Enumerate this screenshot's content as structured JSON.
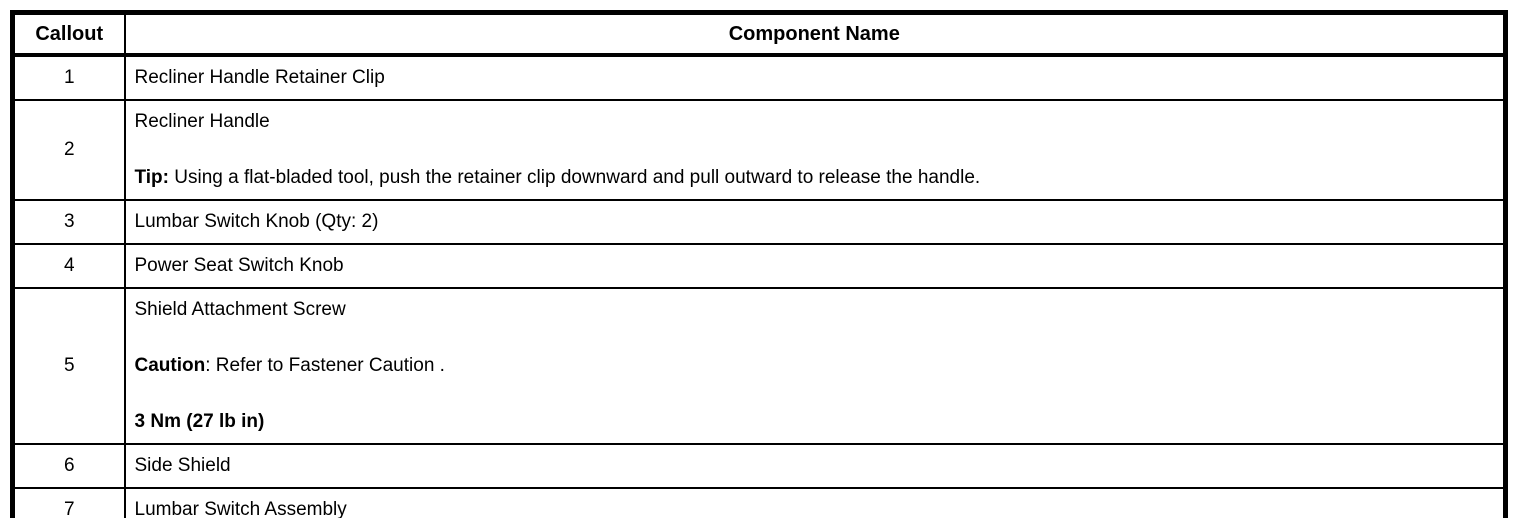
{
  "table": {
    "border_color": "#000000",
    "text_color": "#000000",
    "background_color": "#ffffff",
    "header": {
      "callout_label": "Callout",
      "component_label": "Component Name"
    },
    "rows": [
      {
        "callout": "1",
        "paragraphs": [
          [
            {
              "t": "Recliner Handle Retainer Clip",
              "b": false
            }
          ]
        ]
      },
      {
        "callout": "2",
        "paragraphs": [
          [
            {
              "t": "Recliner Handle",
              "b": false
            }
          ],
          [
            {
              "t": "Tip:",
              "b": true
            },
            {
              "t": " Using a flat-bladed tool, push the retainer clip downward and pull outward to release the handle.",
              "b": false
            }
          ]
        ]
      },
      {
        "callout": "3",
        "paragraphs": [
          [
            {
              "t": "Lumbar Switch Knob (Qty: 2)",
              "b": false
            }
          ]
        ]
      },
      {
        "callout": "4",
        "paragraphs": [
          [
            {
              "t": "Power Seat Switch Knob",
              "b": false
            }
          ]
        ]
      },
      {
        "callout": "5",
        "paragraphs": [
          [
            {
              "t": "Shield Attachment Screw",
              "b": false
            }
          ],
          [
            {
              "t": "Caution",
              "b": true
            },
            {
              "t": ": Refer to Fastener Caution .",
              "b": false
            }
          ],
          [
            {
              "t": "3 Nm (27 lb in)",
              "b": true
            }
          ]
        ]
      },
      {
        "callout": "6",
        "paragraphs": [
          [
            {
              "t": "Side Shield",
              "b": false
            }
          ]
        ]
      },
      {
        "callout": "7",
        "paragraphs": [
          [
            {
              "t": "Lumbar Switch Assembly",
              "b": false
            }
          ]
        ]
      }
    ]
  }
}
